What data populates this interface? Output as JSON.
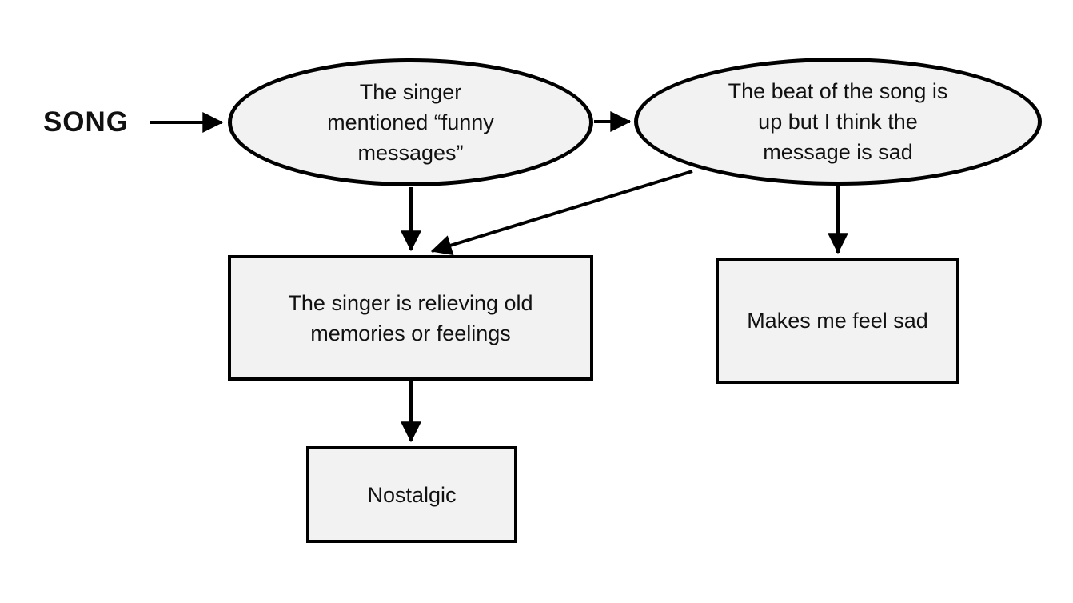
{
  "diagram": {
    "source_label": "SONG",
    "nodes": [
      {
        "id": "funny-messages",
        "shape": "ellipse",
        "label": "The singer\nmentioned “funny\nmessages”"
      },
      {
        "id": "beat-up-message-sad",
        "shape": "ellipse",
        "label": "The beat of the song is\nup but I think the\nmessage is sad"
      },
      {
        "id": "relieving-memories",
        "shape": "rect",
        "label": "The singer is relieving old\nmemories or feelings"
      },
      {
        "id": "makes-me-feel-sad",
        "shape": "rect",
        "label": "Makes me feel sad"
      },
      {
        "id": "nostalgic",
        "shape": "rect",
        "label": "Nostalgic"
      }
    ],
    "edges": [
      {
        "from": "song",
        "to": "funny-messages"
      },
      {
        "from": "funny-messages",
        "to": "beat-up-message-sad"
      },
      {
        "from": "funny-messages",
        "to": "relieving-memories"
      },
      {
        "from": "beat-up-message-sad",
        "to": "relieving-memories"
      },
      {
        "from": "beat-up-message-sad",
        "to": "makes-me-feel-sad"
      },
      {
        "from": "relieving-memories",
        "to": "nostalgic"
      }
    ],
    "colors": {
      "node_fill": "#f2f2f2",
      "node_border": "#000000",
      "arrow": "#000000",
      "text": "#111111",
      "background": "#ffffff"
    }
  }
}
